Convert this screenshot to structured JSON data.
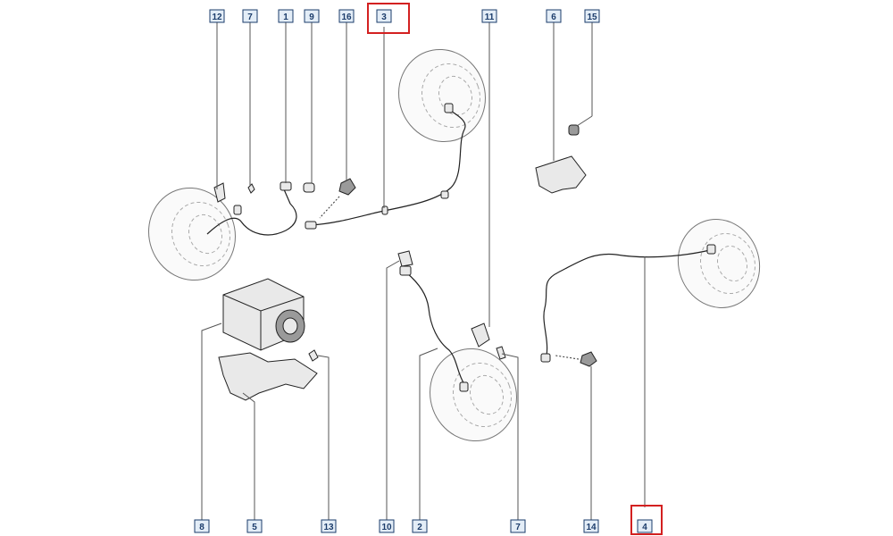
{
  "labels": {
    "12": "12",
    "7a": "7",
    "1": "1",
    "9": "9",
    "16": "16",
    "3": "3",
    "11": "11",
    "6": "6",
    "15": "15",
    "8": "8",
    "5": "5",
    "13": "13",
    "10": "10",
    "2": "2",
    "7b": "7",
    "14": "14",
    "4": "4"
  },
  "highlight_color": "#d32020",
  "highlighted_labels": [
    "3",
    "4"
  ]
}
